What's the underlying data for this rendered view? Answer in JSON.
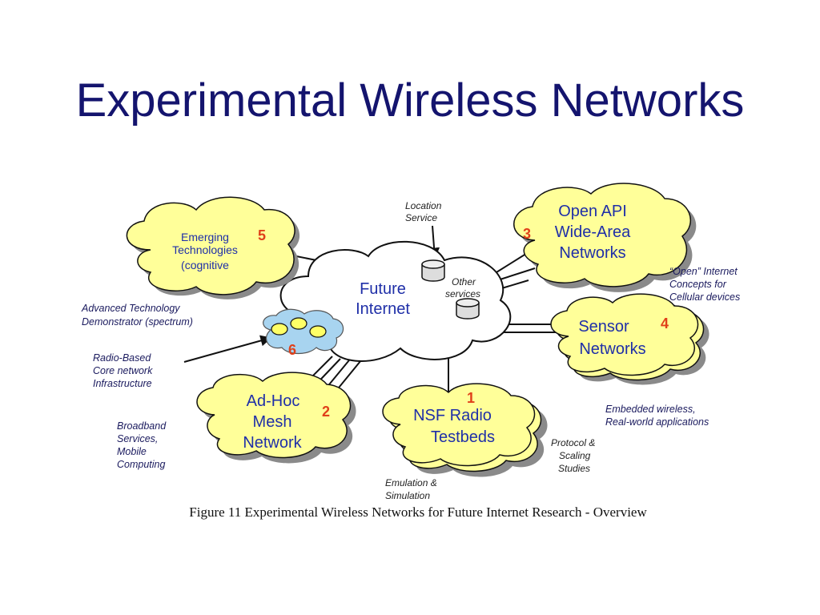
{
  "title": "Experimental Wireless Networks",
  "center": {
    "line1": "Future",
    "line2": "Internet"
  },
  "clouds": {
    "emerging": {
      "lines": [
        "Emerging",
        "Technologies",
        "(cognitive"
      ],
      "number": "5"
    },
    "openapi": {
      "lines": [
        "Open API",
        "Wide-Area",
        "Networks"
      ],
      "number": "3"
    },
    "sensor": {
      "lines": [
        "Sensor",
        "Networks"
      ],
      "number": "4"
    },
    "nsf": {
      "lines": [
        "NSF Radio",
        "Testbeds"
      ],
      "number": "1"
    },
    "adhoc": {
      "lines": [
        "Ad-Hoc",
        "Mesh",
        "Network"
      ],
      "number": "2"
    },
    "core": {
      "number": "6"
    }
  },
  "labels": {
    "location_service": [
      "Location",
      "Service"
    ],
    "other_services": [
      "Other",
      "services"
    ],
    "open_internet": [
      "“Open” Internet",
      "Concepts for",
      "Cellular devices"
    ],
    "advanced_tech": [
      "Advanced Technology",
      "Demonstrator (spectrum)"
    ],
    "radio_based": [
      "Radio-Based",
      "Core network",
      "Infrastructure"
    ],
    "broadband": [
      "Broadband",
      "Services,",
      "Mobile",
      "Computing"
    ],
    "embedded": [
      "Embedded wireless,",
      "Real-world applications"
    ],
    "protocol": [
      "Protocol &",
      "Scaling",
      "Studies"
    ],
    "emulation": [
      "Emulation &",
      "Simulation"
    ]
  },
  "caption": "Figure 11 Experimental Wireless Networks for Future Internet Research - Overview",
  "colors": {
    "cloud_fill": "#ffff99",
    "cloud_shadow": "#8a8a8a",
    "title": "#14146e",
    "cloud_text": "#1f2fa8",
    "number": "#e0401a"
  }
}
